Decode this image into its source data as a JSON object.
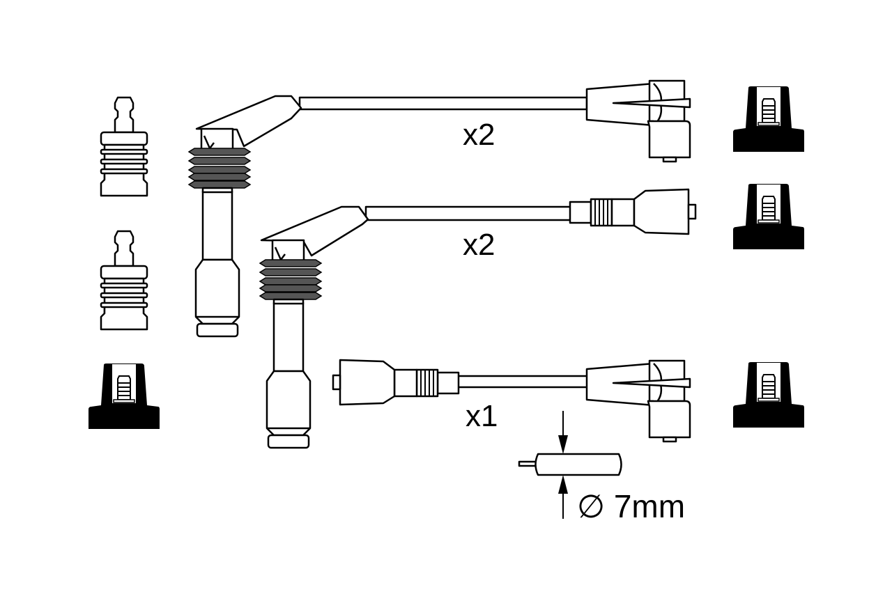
{
  "labels": {
    "cable_top_qty": "x2",
    "cable_middle_qty": "x2",
    "cable_bottom_qty": "x1",
    "diameter": "∅ 7mm"
  },
  "colors": {
    "line": "#000000",
    "rib": "#555555",
    "background": "#ffffff"
  }
}
